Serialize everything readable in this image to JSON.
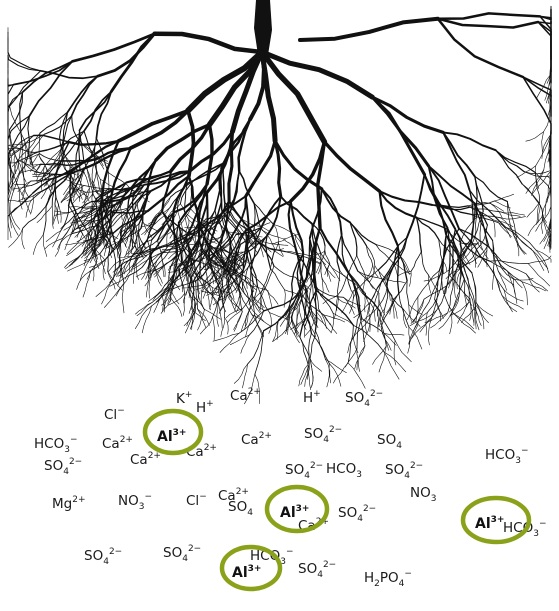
{
  "colors": {
    "highlight_ring": "#8aa11a",
    "roots": "#111111",
    "background": "#ffffff"
  },
  "ions": [
    {
      "id": "k1",
      "base": "K",
      "sup": "+",
      "sub": "",
      "tail": ""
    },
    {
      "id": "cl1",
      "base": "Cl",
      "sup": "−",
      "sub": "",
      "tail": ""
    },
    {
      "id": "h1",
      "base": "H",
      "sup": "+",
      "sub": "",
      "tail": ""
    },
    {
      "id": "ca1",
      "base": "Ca",
      "sup": "2+",
      "sub": "",
      "tail": ""
    },
    {
      "id": "h2",
      "base": "H",
      "sup": "+",
      "sub": "",
      "tail": ""
    },
    {
      "id": "so4a",
      "base": "SO",
      "sup": "2−",
      "sub": "4",
      "tail": ""
    },
    {
      "id": "hco3a",
      "base": "HCO",
      "sup": "−",
      "sub": "3",
      "tail": ""
    },
    {
      "id": "ca2",
      "base": "Ca",
      "sup": "2+",
      "sub": "",
      "tail": ""
    },
    {
      "id": "ca3",
      "base": "Ca",
      "sup": "2+",
      "sub": "",
      "tail": ""
    },
    {
      "id": "ca4",
      "base": "Ca",
      "sup": "2+",
      "sub": "",
      "tail": ""
    },
    {
      "id": "so4b",
      "base": "SO",
      "sup": "2−",
      "sub": "4",
      "tail": ""
    },
    {
      "id": "so4c",
      "base": "SO",
      "sup": "",
      "sub": "4",
      "tail": ""
    },
    {
      "id": "hco3b",
      "base": "HCO",
      "sup": "−",
      "sub": "3",
      "tail": ""
    },
    {
      "id": "so4d",
      "base": "SO",
      "sup": "2−",
      "sub": "4",
      "tail": ""
    },
    {
      "id": "ca5",
      "base": "Ca",
      "sup": "2+",
      "sub": "",
      "tail": ""
    },
    {
      "id": "so4e",
      "base": "SO",
      "sup": "2−",
      "sub": "4",
      "tail": ""
    },
    {
      "id": "hco3c",
      "base": "HCO",
      "sup": "",
      "sub": "3",
      "tail": ""
    },
    {
      "id": "so4f",
      "base": "SO",
      "sup": "2−",
      "sub": "4",
      "tail": ""
    },
    {
      "id": "ca6",
      "base": "Ca",
      "sup": "2+",
      "sub": "",
      "tail": ""
    },
    {
      "id": "mg1",
      "base": "Mg",
      "sup": "2+",
      "sub": "",
      "tail": ""
    },
    {
      "id": "no3a",
      "base": "NO",
      "sup": "−",
      "sub": "3",
      "tail": ""
    },
    {
      "id": "cl2",
      "base": "Cl",
      "sup": "−",
      "sub": "",
      "tail": ""
    },
    {
      "id": "so4g",
      "base": "SO",
      "sup": "",
      "sub": "4",
      "tail": ""
    },
    {
      "id": "so4h",
      "base": "SO",
      "sup": "2−",
      "sub": "4",
      "tail": ""
    },
    {
      "id": "no3b",
      "base": "NO",
      "sup": "",
      "sub": "3",
      "tail": ""
    },
    {
      "id": "hco3d",
      "base": "HCO",
      "sup": "−",
      "sub": "3",
      "tail": ""
    },
    {
      "id": "so4i",
      "base": "SO",
      "sup": "2−",
      "sub": "4",
      "tail": ""
    },
    {
      "id": "so4j",
      "base": "SO",
      "sup": "2−",
      "sub": "4",
      "tail": ""
    },
    {
      "id": "ca7",
      "base": "Ca",
      "sup": "2+",
      "sub": "",
      "tail": ""
    },
    {
      "id": "so4k",
      "base": "SO",
      "sup": "2−",
      "sub": "4",
      "tail": ""
    },
    {
      "id": "h2po4",
      "base": "H",
      "sup": "−",
      "sub": "2",
      "tail": "PO",
      "tailsub": "4"
    },
    {
      "id": "hco3e",
      "base": "HCO",
      "sup": "−",
      "sub": "3",
      "tail": ""
    }
  ],
  "aluminum": [
    {
      "id": "al1",
      "base": "Al",
      "sup": "3+"
    },
    {
      "id": "al2",
      "base": "Al",
      "sup": "3+"
    },
    {
      "id": "al3",
      "base": "Al",
      "sup": "3+"
    },
    {
      "id": "al4",
      "base": "Al",
      "sup": "3+"
    }
  ]
}
